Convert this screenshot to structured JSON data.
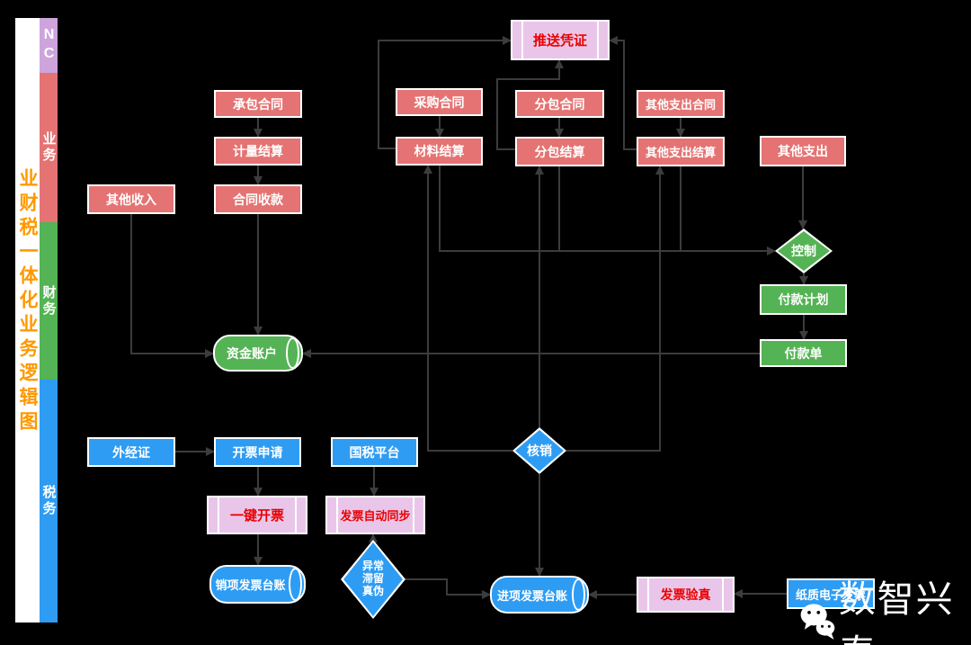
{
  "sidebar": {
    "title": "业财税一体化业务逻辑图",
    "bands": [
      {
        "label": "NC",
        "color": "#cda4dc"
      },
      {
        "label": "业务",
        "color": "#e57373"
      },
      {
        "label": "财务",
        "color": "#54b354"
      },
      {
        "label": "税务",
        "color": "#2e9cf3"
      }
    ]
  },
  "nodes": {
    "push_voucher": "推送凭证",
    "contract": "承包合同",
    "measure_settle": "计量结算",
    "contract_receipt": "合同收款",
    "other_income": "其他收入",
    "purchase_contract": "采购合同",
    "material_settle": "材料结算",
    "subcontract": "分包合同",
    "subcontract_settle": "分包结算",
    "other_expense_contract": "其他支出合同",
    "other_expense_settle": "其他支出结算",
    "other_expense": "其他支出",
    "control": "控制",
    "payment_plan": "付款计划",
    "payment_order": "付款单",
    "fund_account": "资金账户",
    "foreign_cert": "外经证",
    "invoice_apply": "开票申请",
    "tax_platform": "国税平台",
    "one_click_invoice": "一键开票",
    "invoice_auto_sync": "发票自动同步",
    "write_off": "核销",
    "output_invoice_ledger": "销项发票台账",
    "abnormal_lines": [
      "异常",
      "滞留",
      "真伪"
    ],
    "input_invoice_ledger": "进项发票台账",
    "invoice_verify": "发票验真",
    "paper_e_invoice": "纸质电子发票"
  },
  "watermark": {
    "text": "数智兴泰",
    "icon": "wechat-icon"
  },
  "colors": {
    "background": "#000000",
    "process_red": "#e57373",
    "finance_green": "#54b354",
    "tax_blue": "#2e9cf3",
    "predefined_lavender": "#e9c6e9",
    "predefined_text_red": "#ea0000",
    "nc_band_lavender": "#cda4dc",
    "sidebar_title_orange": "#ff9800",
    "connector_gray": "#3c3c3c"
  }
}
